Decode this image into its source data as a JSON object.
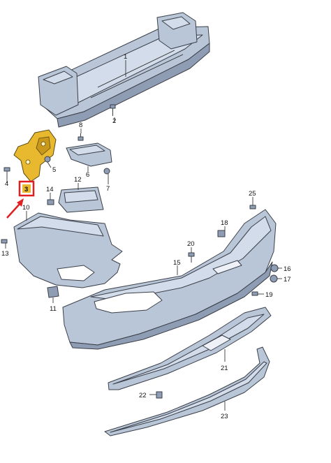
{
  "diagram": {
    "highlighted_part": "3",
    "colors": {
      "background": "#ffffff",
      "part_fill": "#b9c6d8",
      "part_fill_light": "#d3dcea",
      "part_fill_dark": "#8e9db3",
      "outline": "#3a3f48",
      "highlight_fill": "#e8b82e",
      "callout_box": "#e02020",
      "arrow": "#e02020"
    },
    "callouts": [
      {
        "id": "1",
        "text": "1"
      },
      {
        "id": "2",
        "text": "2"
      },
      {
        "id": "3",
        "text": "3"
      },
      {
        "id": "4",
        "text": "4"
      },
      {
        "id": "5",
        "text": "5"
      },
      {
        "id": "6",
        "text": "6"
      },
      {
        "id": "7",
        "text": "7"
      },
      {
        "id": "8",
        "text": "8"
      },
      {
        "id": "10",
        "text": "10"
      },
      {
        "id": "11",
        "text": "11"
      },
      {
        "id": "12",
        "text": "12"
      },
      {
        "id": "13",
        "text": "13"
      },
      {
        "id": "14",
        "text": "14"
      },
      {
        "id": "15",
        "text": "15"
      },
      {
        "id": "16",
        "text": "16"
      },
      {
        "id": "17",
        "text": "17"
      },
      {
        "id": "18",
        "text": "18"
      },
      {
        "id": "19",
        "text": "19"
      },
      {
        "id": "20",
        "text": "20"
      },
      {
        "id": "21",
        "text": "21"
      },
      {
        "id": "22",
        "text": "22"
      },
      {
        "id": "23",
        "text": "23"
      },
      {
        "id": "25",
        "text": "25"
      }
    ]
  }
}
